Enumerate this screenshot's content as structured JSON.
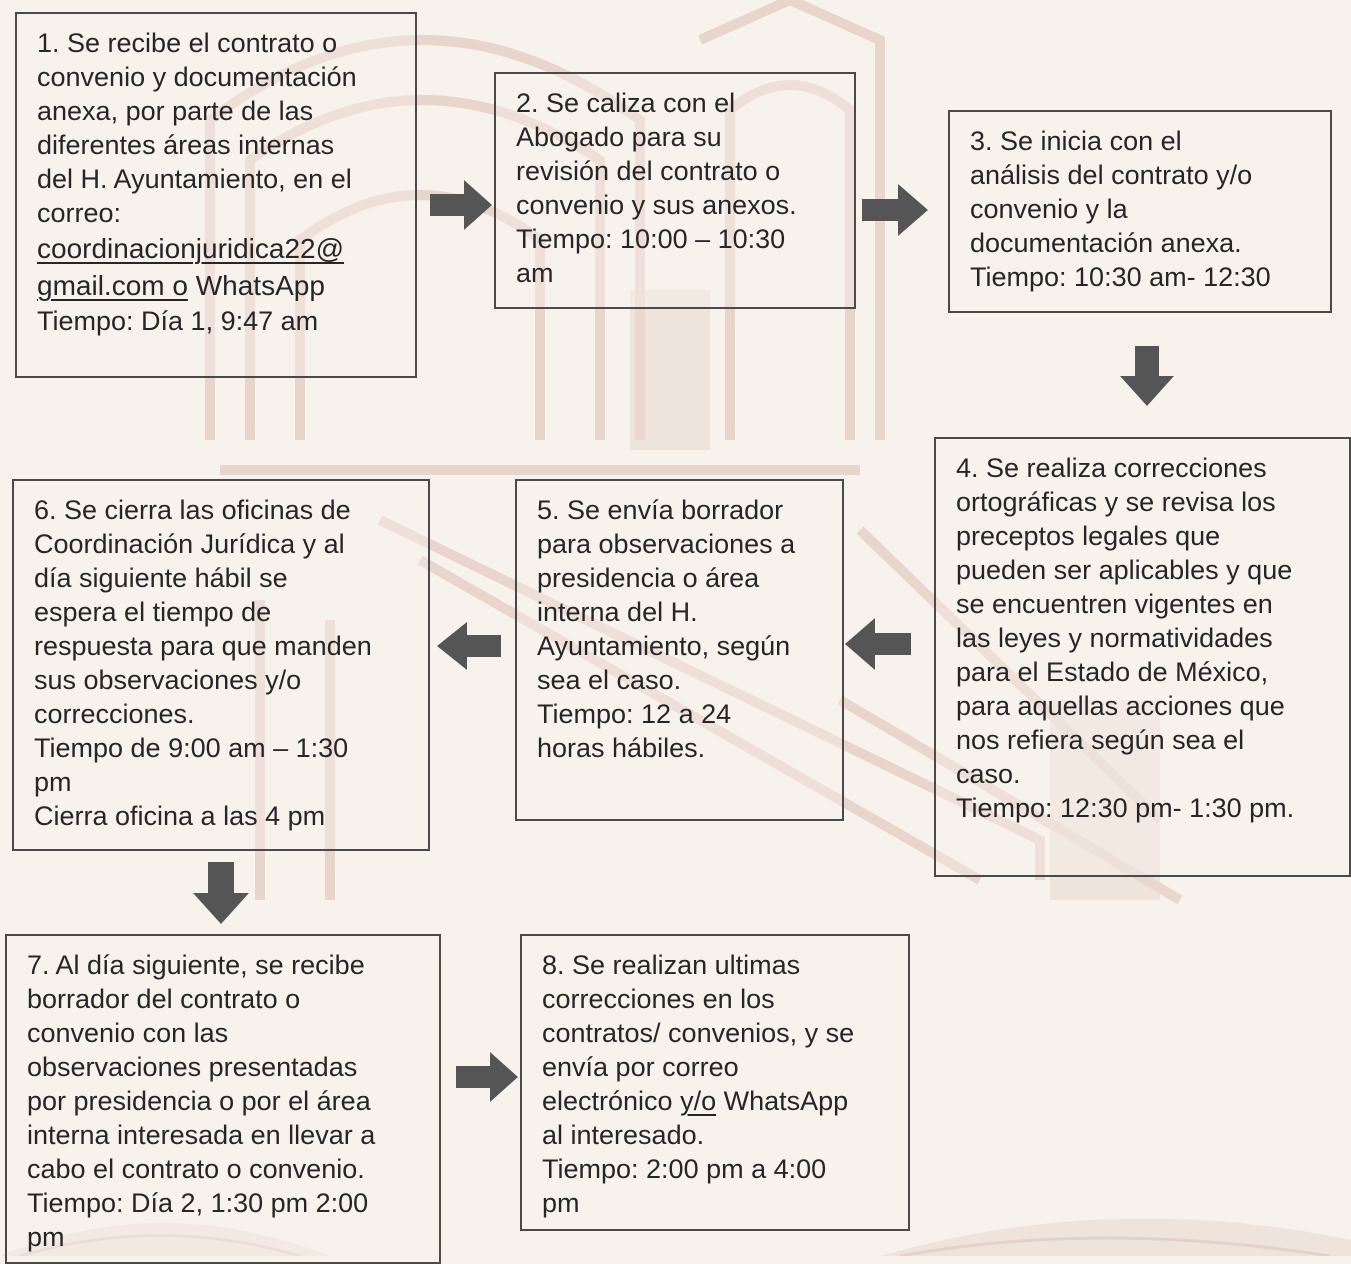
{
  "steps": [
    {
      "lines": [
        "1. Se recibe el contrato o",
        "convenio y documentación",
        "anexa, por parte de las",
        "diferentes áreas internas",
        "del H. Ayuntamiento, en el",
        "correo:"
      ],
      "email_line1": "coordinacionjuridica22@",
      "email_line2": "gmail.com o",
      "whatsapp": " WhatsApp",
      "time": "Tiempo: Día 1, 9:47 am"
    },
    {
      "lines": [
        "2. Se caliza con el",
        "Abogado para su",
        "revisión del contrato o",
        "convenio y sus anexos.",
        "Tiempo: 10:00 – 10:30",
        "am"
      ]
    },
    {
      "lines": [
        "3. Se inicia con el",
        "análisis del contrato y/o",
        "convenio y la",
        "documentación anexa.",
        "Tiempo: 10:30 am- 12:30"
      ]
    },
    {
      "lines": [
        "4. Se realiza correcciones",
        "ortográficas y se revisa los",
        "preceptos legales que",
        "pueden ser aplicables y que",
        "se encuentren vigentes en",
        "las leyes y normatividades",
        "para el Estado de México,",
        "para aquellas acciones que",
        "nos refiera según sea el",
        "caso.",
        "Tiempo: 12:30 pm- 1:30 pm."
      ]
    },
    {
      "lines": [
        "5. Se envía borrador",
        "para observaciones a",
        "presidencia o área",
        "interna del H.",
        "Ayuntamiento, según",
        "sea el caso.",
        "Tiempo: 12 a 24",
        "horas hábiles."
      ]
    },
    {
      "lines": [
        "6. Se cierra las oficinas de",
        "Coordinación Jurídica y al",
        "día siguiente hábil se",
        "espera el tiempo de",
        "respuesta para que manden",
        "sus observaciones y/o",
        "correcciones.",
        "Tiempo de 9:00 am – 1:30",
        "pm",
        "Cierra oficina a las 4 pm"
      ]
    },
    {
      "lines": [
        "7. Al día siguiente, se recibe",
        "borrador del contrato o",
        "convenio con las",
        "observaciones presentadas",
        "por presidencia o por el área",
        "interna interesada en llevar a",
        "cabo el contrato o convenio.",
        "Tiempo: Día 2, 1:30 pm 2:00",
        "pm"
      ]
    },
    {
      "lines_before": [
        "8. Se realizan ultimas",
        "correcciones en los",
        "contratos/ convenios, y se",
        "envía por correo"
      ],
      "line5_prefix": "electrónico ",
      "line5_link": "y/o",
      "line5_suffix": " WhatsApp",
      "lines_after": [
        "al interesado.",
        "Tiempo: 2:00 pm a 4:00",
        "pm"
      ]
    }
  ],
  "colors": {
    "box_border": "#4a4a4a",
    "arrow": "#555555",
    "text": "#262626",
    "watermark": "#e3cdc3"
  }
}
